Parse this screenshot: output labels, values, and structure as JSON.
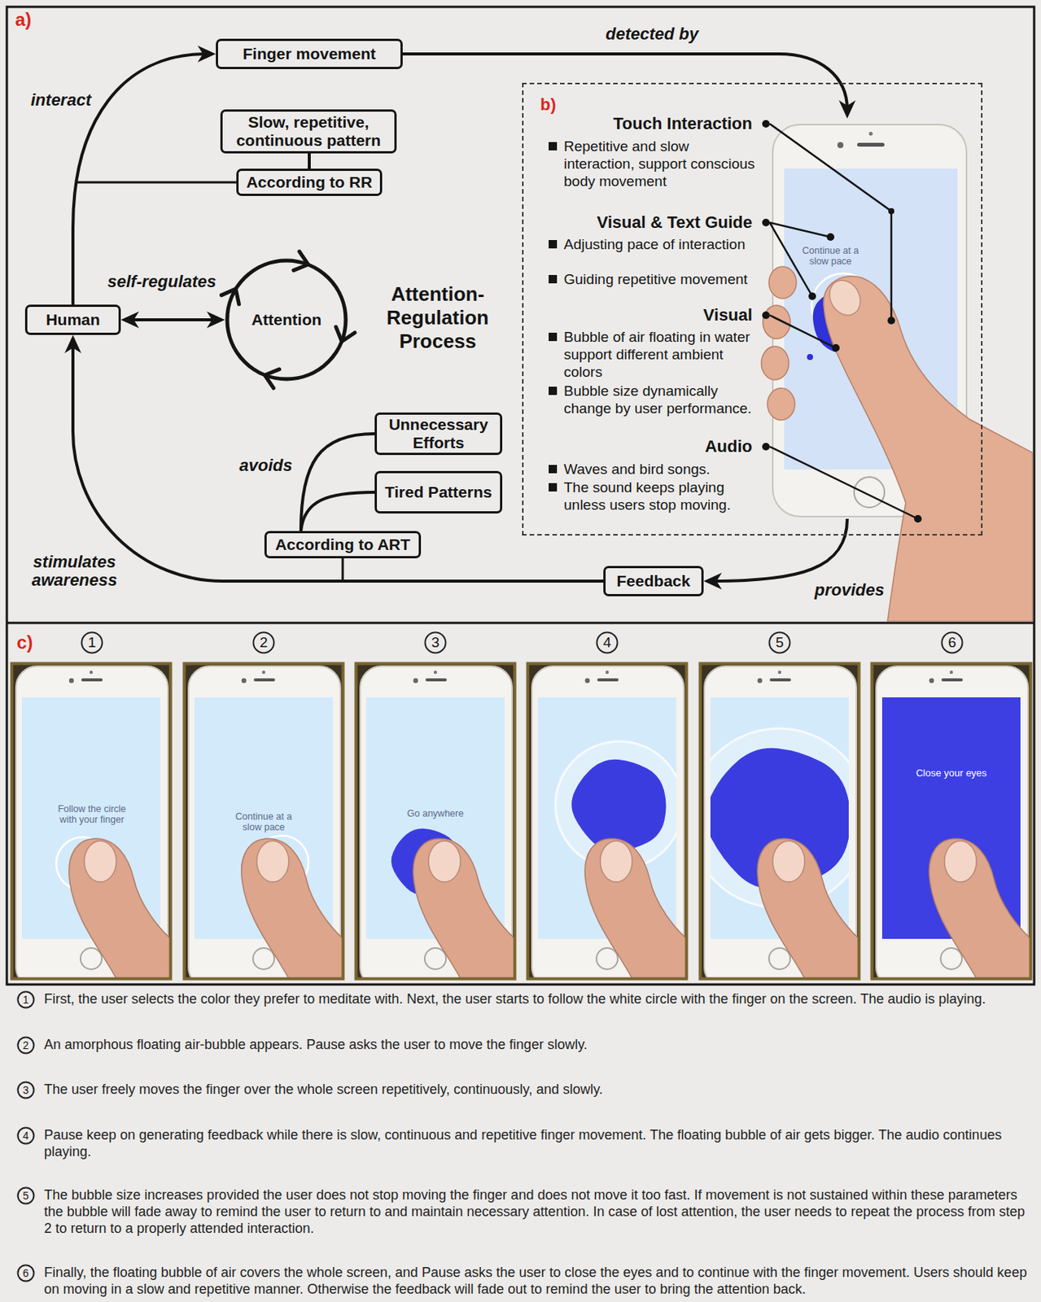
{
  "diagram": {
    "nodes": [
      {
        "text": [
          "Finger movement"
        ]
      },
      {
        "text": [
          "Slow, repetitive, continuous pattern"
        ]
      },
      {
        "text": [
          "According to RR"
        ]
      },
      {
        "text": [
          "b)"
        ]
      },
      {
        "text": [
          "Human"
        ]
      },
      {
        "text": [
          "Attention"
        ]
      },
      {
        "text": [
          "Unnecessary Efforts"
        ]
      },
      {
        "text": [
          "Tired Patterns"
        ]
      },
      {
        "text": [
          "According to ART"
        ]
      },
      {
        "text": [
          "Feedback"
        ]
      },
      {
        "text": [
          "1"
        ]
      },
      {
        "text": [
          "2"
        ]
      },
      {
        "text": [
          "3"
        ]
      },
      {
        "text": [
          "4"
        ]
      },
      {
        "text": [
          "5"
        ]
      },
      {
        "text": [
          "6"
        ]
      },
      {
        "text": [
          "1"
        ]
      },
      {
        "text": [
          "2"
        ]
      },
      {
        "text": [
          "3"
        ]
      },
      {
        "text": [
          "4"
        ]
      },
      {
        "text": [
          "5"
        ]
      },
      {
        "text": [
          "6"
        ]
      }
    ],
    "edges": [
      {
        "from": 4,
        "to": 0,
        "arrow": "to",
        "label": "interact"
      },
      {
        "from": 0,
        "to": 3,
        "arrow": "to",
        "label": "detected by"
      },
      {
        "from": 3,
        "to": 9,
        "arrow": "to",
        "label": "provides"
      },
      {
        "from": 9,
        "to": 4,
        "arrow": "to",
        "label": "stimulates awareness"
      },
      {
        "from": 4,
        "to": 5,
        "arrow": "both",
        "label": "self-regulates"
      },
      {
        "from": 1,
        "to": 2,
        "arrow": "none"
      },
      {
        "from": 8,
        "to": 6,
        "arrow": "none"
      },
      {
        "from": 8,
        "to": 7,
        "arrow": "none"
      }
    ],
    "labels": [
      "a)",
      "Attention- Regulation Process",
      "avoids",
      "Touch Interaction",
      "Repetitive and slow interaction, support conscious body movement",
      "Visual & Text Guide",
      "Adjusting pace of interaction",
      "Guiding repetitive movement",
      "Visual",
      "Bubble of air floating in water support different ambient colors",
      "Bubble size dynamically change by user performance.",
      "Audio",
      "Waves and bird songs.",
      "The sound keeps playing unless users stop moving.",
      "Continue at a slow pace",
      "c)",
      "Follow the circle with your finger",
      "Continue at a slow pace",
      "Go anywhere",
      "Close your eyes",
      "First, the user selects the color they prefer to meditate with. Next, the user starts to follow the white circle with the finger on the screen. The audio is playing.",
      "An amorphous floating air-bubble appears. Pause asks the user to move the finger slowly.",
      "The user freely moves the finger over the whole screen repetitively, continuously, and slowly.",
      "Pause keep on generating feedback while there is slow, continuous and repetitive finger movement. The floating bubble of air gets bigger. The audio continues playing.",
      "The bubble size increases provided the user does not stop moving the finger and does not move it too fast. If movement is not sustained within these parameters the bubble will fade away to remind the user to return to and maintain necessary attention. In case of lost attention, the user needs to repeat the process from step 2 to return to a properly attended interaction.",
      "Finally, the floating bubble of air covers the whole screen, and Pause asks the user to close the eyes and to continue with the finger movement. Users should keep on moving in a slow and repetitive manner. Otherwise the feedback will fade out to remind the user to bring the attention back."
    ]
  }
}
